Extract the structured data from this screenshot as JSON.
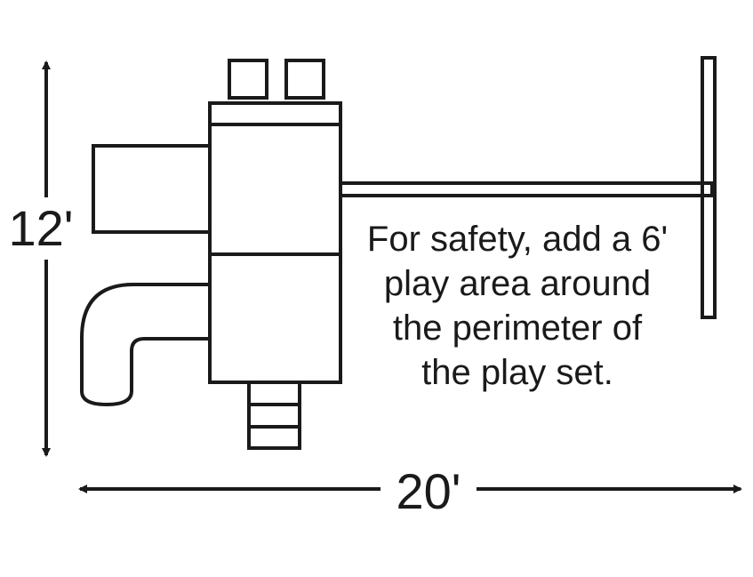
{
  "dimensions": {
    "height_label": "12'",
    "width_label": "20'"
  },
  "note": {
    "lines": [
      "For safety, add a 6'",
      "play area around",
      "the perimeter of",
      "the play set."
    ]
  },
  "colors": {
    "stroke": "#1a1a1a",
    "background": "#ffffff"
  }
}
